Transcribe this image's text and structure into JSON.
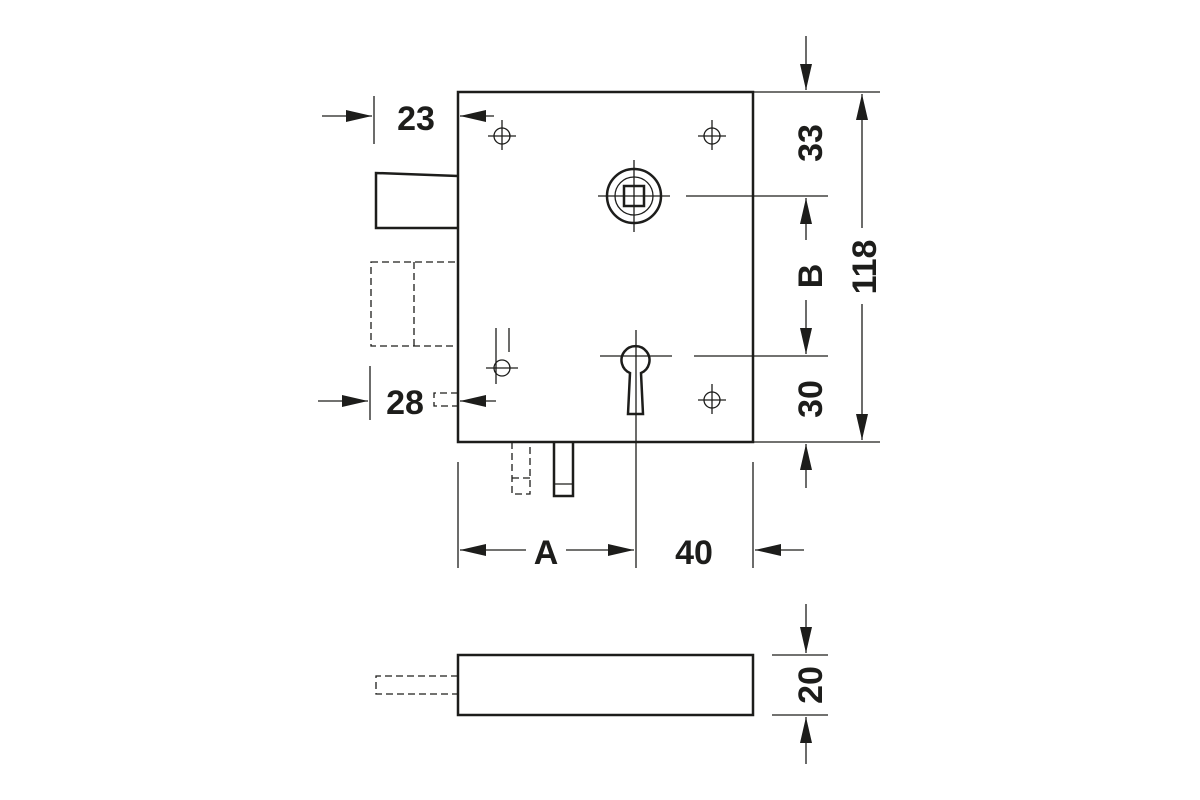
{
  "dimensions": {
    "bolt_offset": "23",
    "latch_offset": "28",
    "top_to_follower": "33",
    "follower_to_keyhole": "B",
    "total_height": "118",
    "keyhole_to_bottom": "30",
    "backset": "A",
    "keyhole_to_edge": "40",
    "thickness": "20"
  },
  "colors": {
    "line": "#1d1d1b",
    "background": "#ffffff"
  }
}
